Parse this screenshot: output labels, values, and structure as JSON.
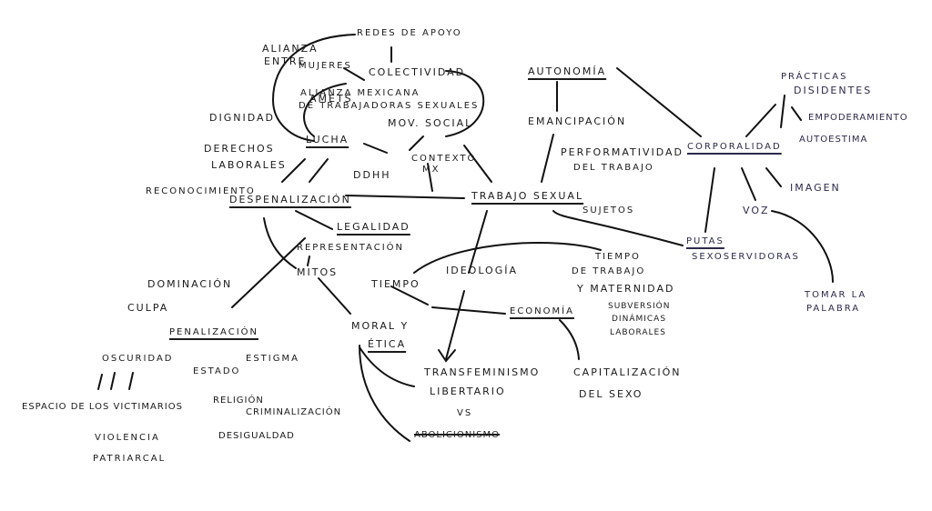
{
  "nodes": {
    "redes_apoyo": "REDES DE APOYO",
    "alianza_entre": "ALIANZA",
    "alianza_entre_2": "ENTRE",
    "mujeres": "MUJERES",
    "colectividad": "COLECTIVIDAD",
    "amets": "AMETS",
    "alianza_mexicana": "ALIANZA MEXICANA",
    "de_trabajadoras": "DE TRABAJADORAS SEXUALES",
    "mov_social": "MOV. SOCIAL",
    "dignidad": "DIGNIDAD",
    "derechos": "DERECHOS",
    "laborales": "LABORALES",
    "lucha": "LUCHA",
    "ddhh": "DDHH",
    "contexto": "CONTEXTO",
    "mx": "MX",
    "reconocimiento": "RECONOCIMIENTO",
    "despenalizacion": "DESPENALIZACIÓN",
    "trabajo_sexual": "TRABAJO SEXUAL",
    "autonomia": "AUTONOMÍA",
    "emancipacion": "EMANCIPACIÓN",
    "performatividad": "PERFORMATIVIDAD",
    "del_trabajo": "DEL TRABAJO",
    "corporalidad": "CORPORALIDAD",
    "practicas": "PRÁCTICAS",
    "disidentes": "DISIDENTES",
    "empoderamiento": "EMPODERAMIENTO",
    "autoestima": "AUTOESTIMA",
    "imagen": "IMAGEN",
    "voz": "VOZ",
    "tomar_la": "TOMAR LA",
    "palabra": "PALABRA",
    "putas": "PUTAS",
    "sexoservidoras": "SEXOSERVIDORAS",
    "sujetos": "SUJETOS",
    "legalidad": "LEGALIDAD",
    "representacion": "REPRESENTACIÓN",
    "mitos": "MITOS",
    "dominacion": "DOMINACIÓN",
    "culpa": "CULPA",
    "penalizacion": "PENALIZACIÓN",
    "oscuridad": "OSCURIDAD",
    "estigma": "ESTIGMA",
    "estado": "ESTADO",
    "espacio": "ESPACIO DE LOS VICTIMARIOS",
    "religion": "RELIGIÓN",
    "criminalizacion": "CRIMINALIZACIÓN",
    "desigualdad": "DESIGUALDAD",
    "violencia": "VIOLENCIA",
    "patriarcal": "PATRIARCAL",
    "tiempo": "TIEMPO",
    "ideologia": "IDEOLOGÍA",
    "moral_y": "MORAL Y",
    "etica": "ÉTICA",
    "economia": "ECONOMÍA",
    "tiempo_trabajo_1": "TIEMPO",
    "tiempo_trabajo_2": "DE TRABAJO",
    "tiempo_trabajo_3": "Y MATERNIDAD",
    "subversion_1": "SUBVERSIÓN",
    "subversion_2": "DINÁMICAS",
    "subversion_3": "LABORALES",
    "transfeminismo": "TRANSFEMINISMO",
    "libertario": "LIBERTARIO",
    "vs": "VS",
    "abolicionismo": "ABOLICIONISMO",
    "capitalizacion": "CAPITALIZACIÓN",
    "del_sexo": "DEL SEXO"
  }
}
